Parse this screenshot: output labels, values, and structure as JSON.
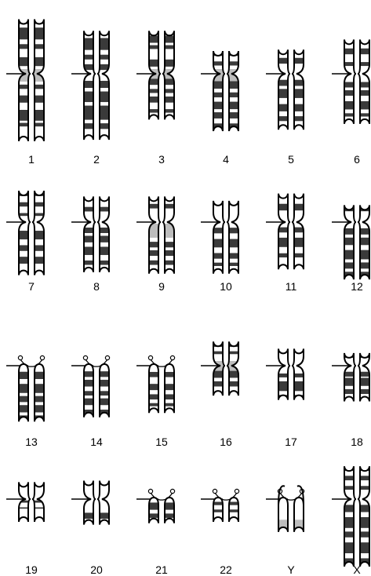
{
  "karyogram": {
    "chromosomes": [
      {
        "label": "1",
        "kind": "meta",
        "p": 82,
        "q": 100,
        "gray": "cen",
        "bands": [
          [
            0.06,
            0.1
          ],
          [
            0.22,
            0.2
          ],
          [
            0.5,
            0.08
          ],
          [
            0.72,
            0.15
          ],
          [
            1.15,
            0.06
          ],
          [
            1.3,
            0.1
          ],
          [
            1.5,
            0.15
          ],
          [
            1.68,
            0.05
          ]
        ]
      },
      {
        "label": "2",
        "kind": "sub",
        "p": 66,
        "q": 98,
        "gray": "",
        "bands": [
          [
            0.1,
            0.08
          ],
          [
            0.25,
            0.25
          ],
          [
            0.6,
            0.1
          ],
          [
            0.8,
            0.12
          ],
          [
            1.1,
            0.1
          ],
          [
            1.25,
            0.15
          ],
          [
            1.45,
            0.2
          ],
          [
            1.7,
            0.08
          ]
        ]
      },
      {
        "label": "3",
        "kind": "meta",
        "p": 66,
        "q": 70,
        "gray": "cen",
        "bands": [
          [
            0.05,
            0.08
          ],
          [
            0.2,
            0.15
          ],
          [
            0.4,
            0.08
          ],
          [
            0.7,
            0.15
          ],
          [
            1.1,
            0.12
          ],
          [
            1.3,
            0.08
          ],
          [
            1.45,
            0.12
          ],
          [
            1.7,
            0.07
          ]
        ]
      },
      {
        "label": "4",
        "kind": "sub",
        "p": 38,
        "q": 86,
        "gray": "cen",
        "bands": [
          [
            0.15,
            0.2
          ],
          [
            0.55,
            0.15
          ],
          [
            1.12,
            0.12
          ],
          [
            1.3,
            0.08
          ],
          [
            1.45,
            0.12
          ],
          [
            1.62,
            0.1
          ],
          [
            1.8,
            0.06
          ]
        ]
      },
      {
        "label": "5",
        "kind": "sub",
        "p": 40,
        "q": 84,
        "gray": "",
        "bands": [
          [
            0.1,
            0.15
          ],
          [
            0.45,
            0.2
          ],
          [
            1.1,
            0.1
          ],
          [
            1.25,
            0.15
          ],
          [
            1.5,
            0.12
          ],
          [
            1.7,
            0.08
          ]
        ]
      },
      {
        "label": "6",
        "kind": "sub",
        "p": 54,
        "q": 76,
        "gray": "",
        "bands": [
          [
            0.1,
            0.12
          ],
          [
            0.35,
            0.15
          ],
          [
            0.7,
            0.1
          ],
          [
            1.15,
            0.1
          ],
          [
            1.3,
            0.1
          ],
          [
            1.5,
            0.15
          ],
          [
            1.72,
            0.06
          ]
        ]
      },
      {
        "label": "7",
        "kind": "sub",
        "p": 50,
        "q": 80,
        "gray": "",
        "bands": [
          [
            0.08,
            0.2
          ],
          [
            0.45,
            0.12
          ],
          [
            0.75,
            0.08
          ],
          [
            1.15,
            0.15
          ],
          [
            1.4,
            0.1
          ],
          [
            1.6,
            0.12
          ]
        ]
      },
      {
        "label": "8",
        "kind": "sub",
        "p": 42,
        "q": 76,
        "gray": "",
        "bands": [
          [
            0.15,
            0.12
          ],
          [
            0.5,
            0.15
          ],
          [
            1.1,
            0.1
          ],
          [
            1.25,
            0.12
          ],
          [
            1.45,
            0.15
          ],
          [
            1.7,
            0.08
          ]
        ]
      },
      {
        "label": "9",
        "kind": "sub",
        "p": 42,
        "q": 78,
        "gray": "q",
        "bands": [
          [
            0.1,
            0.1
          ],
          [
            0.4,
            0.15
          ],
          [
            1.35,
            0.1
          ],
          [
            1.5,
            0.1
          ],
          [
            1.68,
            0.08
          ]
        ]
      },
      {
        "label": "10",
        "kind": "sub",
        "p": 36,
        "q": 78,
        "gray": "",
        "bands": [
          [
            0.2,
            0.15
          ],
          [
            1.1,
            0.1
          ],
          [
            1.3,
            0.15
          ],
          [
            1.55,
            0.1
          ],
          [
            1.72,
            0.06
          ]
        ]
      },
      {
        "label": "11",
        "kind": "sub",
        "p": 46,
        "q": 72,
        "gray": "",
        "bands": [
          [
            0.1,
            0.1
          ],
          [
            0.45,
            0.2
          ],
          [
            1.1,
            0.1
          ],
          [
            1.3,
            0.18
          ],
          [
            1.6,
            0.08
          ]
        ]
      },
      {
        "label": "12",
        "kind": "sub",
        "p": 30,
        "q": 86,
        "gray": "",
        "bands": [
          [
            0.3,
            0.2
          ],
          [
            1.1,
            0.1
          ],
          [
            1.25,
            0.12
          ],
          [
            1.45,
            0.15
          ],
          [
            1.65,
            0.1
          ],
          [
            1.8,
            0.06
          ]
        ]
      },
      {
        "label": "13",
        "kind": "acro",
        "p": 14,
        "q": 84,
        "gray": "",
        "bands": [
          [
            1.1,
            0.12
          ],
          [
            1.3,
            0.15
          ],
          [
            1.5,
            0.1
          ],
          [
            1.65,
            0.12
          ],
          [
            1.82,
            0.06
          ]
        ]
      },
      {
        "label": "14",
        "kind": "acro",
        "p": 14,
        "q": 78,
        "gray": "",
        "bands": [
          [
            1.1,
            0.1
          ],
          [
            1.25,
            0.12
          ],
          [
            1.45,
            0.08
          ],
          [
            1.58,
            0.12
          ],
          [
            1.78,
            0.06
          ]
        ]
      },
      {
        "label": "15",
        "kind": "acro",
        "p": 14,
        "q": 72,
        "gray": "",
        "bands": [
          [
            1.12,
            0.1
          ],
          [
            1.35,
            0.12
          ],
          [
            1.55,
            0.1
          ],
          [
            1.72,
            0.06
          ]
        ]
      },
      {
        "label": "16",
        "kind": "meta",
        "p": 40,
        "q": 48,
        "gray": "cen",
        "bands": [
          [
            0.15,
            0.2
          ],
          [
            0.5,
            0.1
          ],
          [
            1.15,
            0.2
          ],
          [
            1.45,
            0.15
          ]
        ]
      },
      {
        "label": "17",
        "kind": "sub",
        "p": 30,
        "q": 54,
        "gray": "",
        "bands": [
          [
            0.25,
            0.15
          ],
          [
            1.2,
            0.1
          ],
          [
            1.4,
            0.25
          ],
          [
            1.75,
            0.08
          ]
        ]
      },
      {
        "label": "18",
        "kind": "sub",
        "p": 24,
        "q": 56,
        "gray": "",
        "bands": [
          [
            0.35,
            0.2
          ],
          [
            1.15,
            0.12
          ],
          [
            1.3,
            0.2
          ],
          [
            1.58,
            0.12
          ]
        ]
      },
      {
        "label": "19",
        "kind": "meta",
        "p": 30,
        "q": 38,
        "gray": "",
        "bands": [
          [
            1.05,
            0.08
          ],
          [
            1.3,
            0.05
          ]
        ]
      },
      {
        "label": "20",
        "kind": "meta",
        "p": 32,
        "q": 42,
        "gray": "",
        "bands": [
          [
            0.15,
            0.2
          ],
          [
            1.45,
            0.2
          ]
        ]
      },
      {
        "label": "21",
        "kind": "acro",
        "p": 12,
        "q": 40,
        "gray": "",
        "bands": [
          [
            1.12,
            0.25
          ],
          [
            1.5,
            0.15
          ]
        ]
      },
      {
        "label": "22",
        "kind": "acro",
        "p": 12,
        "q": 38,
        "gray": "",
        "bands": [
          [
            1.1,
            0.12
          ],
          [
            1.38,
            0.1
          ]
        ]
      },
      {
        "label": "Y",
        "kind": "acro2",
        "p": 22,
        "q": 52,
        "gray": "qend",
        "bands": []
      },
      {
        "label": "X",
        "kind": "sub",
        "p": 52,
        "q": 100,
        "gray": "",
        "bands": [
          [
            0.1,
            0.15
          ],
          [
            0.38,
            0.12
          ],
          [
            0.65,
            0.1
          ],
          [
            1.08,
            0.1
          ],
          [
            1.25,
            0.15
          ],
          [
            1.45,
            0.08
          ],
          [
            1.6,
            0.15
          ],
          [
            1.82,
            0.06
          ]
        ]
      }
    ],
    "colors": {
      "outline": "#000000",
      "band_dark": "#3a3a3a",
      "band_gray": "#bdbdbd",
      "fill": "#ffffff",
      "text": "#000000"
    }
  }
}
